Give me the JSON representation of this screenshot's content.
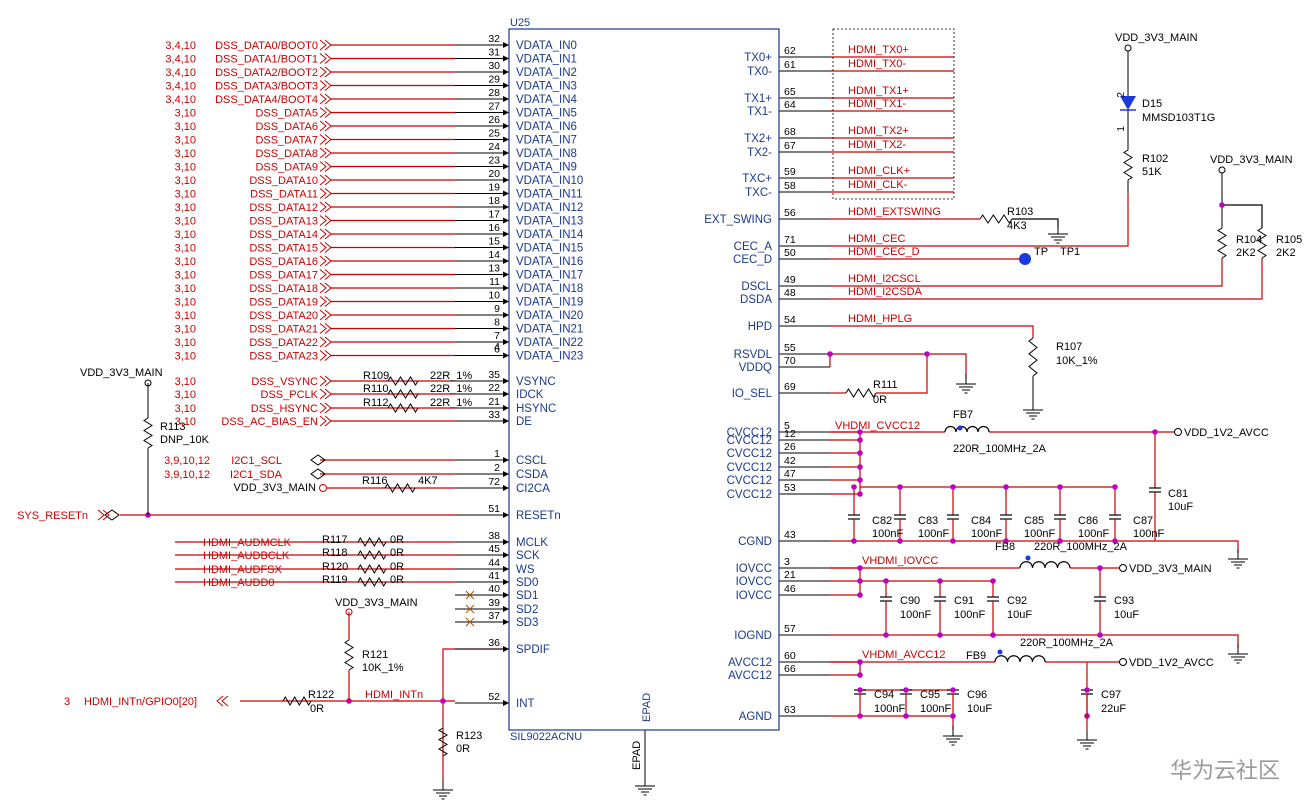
{
  "chip": {
    "ref": "U25",
    "part": "SIL9022ACNU",
    "epad_label": "EPAD",
    "epad_net": "EPAD",
    "left_pins": [
      {
        "num": "32",
        "name": "VDATA_IN0"
      },
      {
        "num": "31",
        "name": "VDATA_IN1"
      },
      {
        "num": "30",
        "name": "VDATA_IN2"
      },
      {
        "num": "29",
        "name": "VDATA_IN3"
      },
      {
        "num": "28",
        "name": "VDATA_IN4"
      },
      {
        "num": "27",
        "name": "VDATA_IN5"
      },
      {
        "num": "26",
        "name": "VDATA_IN6"
      },
      {
        "num": "25",
        "name": "VDATA_IN7"
      },
      {
        "num": "24",
        "name": "VDATA_IN8"
      },
      {
        "num": "23",
        "name": "VDATA_IN9"
      },
      {
        "num": "20",
        "name": "VDATA_IN10"
      },
      {
        "num": "19",
        "name": "VDATA_IN11"
      },
      {
        "num": "18",
        "name": "VDATA_IN12"
      },
      {
        "num": "17",
        "name": "VDATA_IN13"
      },
      {
        "num": "16",
        "name": "VDATA_IN14"
      },
      {
        "num": "15",
        "name": "VDATA_IN15"
      },
      {
        "num": "14",
        "name": "VDATA_IN16"
      },
      {
        "num": "13",
        "name": "VDATA_IN17"
      },
      {
        "num": "11",
        "name": "VDATA_IN18"
      },
      {
        "num": "10",
        "name": "VDATA_IN19"
      },
      {
        "num": "9",
        "name": "VDATA_IN20"
      },
      {
        "num": "8",
        "name": "VDATA_IN21"
      },
      {
        "num": "7",
        "name": "VDATA_IN22"
      },
      {
        "num": "6",
        "name": "VDATA_IN23"
      },
      {
        "num": "35",
        "name": "VSYNC"
      },
      {
        "num": "22",
        "name": "IDCK"
      },
      {
        "num": "21",
        "name": "HSYNC"
      },
      {
        "num": "33",
        "name": "DE"
      },
      {
        "num": "1",
        "name": "CSCL"
      },
      {
        "num": "2",
        "name": "CSDA"
      },
      {
        "num": "72",
        "name": "CI2CA"
      },
      {
        "num": "51",
        "name": "RESETn"
      },
      {
        "num": "38",
        "name": "MCLK"
      },
      {
        "num": "45",
        "name": "SCK"
      },
      {
        "num": "44",
        "name": "WS"
      },
      {
        "num": "41",
        "name": "SD0"
      },
      {
        "num": "40",
        "name": "SD1"
      },
      {
        "num": "39",
        "name": "SD2"
      },
      {
        "num": "37",
        "name": "SD3"
      },
      {
        "num": "36",
        "name": "SPDIF"
      },
      {
        "num": "52",
        "name": "INT"
      }
    ],
    "extra_left_num": "4",
    "right_pins": [
      {
        "num": "62",
        "name": "TX0+"
      },
      {
        "num": "61",
        "name": "TX0-"
      },
      {
        "num": "65",
        "name": "TX1+"
      },
      {
        "num": "64",
        "name": "TX1-"
      },
      {
        "num": "68",
        "name": "TX2+"
      },
      {
        "num": "67",
        "name": "TX2-"
      },
      {
        "num": "59",
        "name": "TXC+"
      },
      {
        "num": "58",
        "name": "TXC-"
      },
      {
        "num": "56",
        "name": "EXT_SWING"
      },
      {
        "num": "71",
        "name": "CEC_A"
      },
      {
        "num": "50",
        "name": "CEC_D"
      },
      {
        "num": "49",
        "name": "DSCL"
      },
      {
        "num": "48",
        "name": "DSDA"
      },
      {
        "num": "54",
        "name": "HPD"
      },
      {
        "num": "55",
        "name": "RSVDL"
      },
      {
        "num": "70",
        "name": "VDDQ"
      },
      {
        "num": "69",
        "name": "IO_SEL"
      },
      {
        "num": "5",
        "name": "CVCC12"
      },
      {
        "num": "12",
        "name": "CVCC12"
      },
      {
        "num": "26",
        "name": "CVCC12"
      },
      {
        "num": "42",
        "name": "CVCC12"
      },
      {
        "num": "47",
        "name": "CVCC12"
      },
      {
        "num": "53",
        "name": "CVCC12"
      },
      {
        "num": "43",
        "name": "CGND"
      },
      {
        "num": "3",
        "name": "IOVCC"
      },
      {
        "num": "21",
        "name": "IOVCC"
      },
      {
        "num": "46",
        "name": "IOVCC"
      },
      {
        "num": "57",
        "name": "IOGND"
      },
      {
        "num": "60",
        "name": "AVCC12"
      },
      {
        "num": "66",
        "name": "AVCC12"
      },
      {
        "num": "63",
        "name": "AGND"
      }
    ]
  },
  "dss": {
    "refs": [
      "3,4,10",
      "3,4,10",
      "3,4,10",
      "3,4,10",
      "3,4,10",
      "3,10",
      "3,10",
      "3,10",
      "3,10",
      "3,10",
      "3,10",
      "3,10",
      "3,10",
      "3,10",
      "3,10",
      "3,10",
      "3,10",
      "3,10",
      "3,10",
      "3,10",
      "3,10",
      "3,10",
      "3,10",
      "3,10"
    ],
    "nets": [
      "DSS_DATA0/BOOT0",
      "DSS_DATA1/BOOT1",
      "DSS_DATA2/BOOT2",
      "DSS_DATA3/BOOT3",
      "DSS_DATA4/BOOT4",
      "DSS_DATA5",
      "DSS_DATA6",
      "DSS_DATA7",
      "DSS_DATA8",
      "DSS_DATA9",
      "DSS_DATA10",
      "DSS_DATA11",
      "DSS_DATA12",
      "DSS_DATA13",
      "DSS_DATA14",
      "DSS_DATA15",
      "DSS_DATA16",
      "DSS_DATA17",
      "DSS_DATA18",
      "DSS_DATA19",
      "DSS_DATA20",
      "DSS_DATA21",
      "DSS_DATA22",
      "DSS_DATA23"
    ]
  },
  "sync": {
    "refs": [
      "3,10",
      "3,10",
      "3,10",
      "3,10"
    ],
    "nets": [
      "DSS_VSYNC",
      "DSS_PCLK",
      "DSS_HSYNC",
      "DSS_AC_BIAS_EN"
    ],
    "resistors": [
      {
        "ref": "R109",
        "val": "22R_1%"
      },
      {
        "ref": "R110",
        "val": "22R_1%"
      },
      {
        "ref": "R112",
        "val": "22R_1%"
      }
    ]
  },
  "i2c": {
    "refs": [
      "3,9,10,12",
      "3,9,10,12"
    ],
    "nets": [
      "I2C1_SCL",
      "I2C1_SDA"
    ],
    "ci2ca_pwr": "VDD_3V3_MAIN",
    "r116_ref": "R116",
    "r116_val": "4K7"
  },
  "reset": {
    "net": "SYS_RESETn",
    "pwr": "VDD_3V3_MAIN",
    "r113_ref": "R113",
    "r113_val": "DNP_10K"
  },
  "audio": {
    "nets": [
      "HDMI_AUDMCLK",
      "HDMI_AUDBCLK",
      "HDMI_AUDFSX",
      "HDMI_AUDD0"
    ],
    "refs": [
      "R117",
      "R118",
      "R120",
      "R119"
    ],
    "vals": [
      "0R",
      "0R",
      "0R",
      "0R"
    ]
  },
  "int": {
    "pwr": "VDD_3V3_MAIN",
    "r121_ref": "R121",
    "r121_val": "10K_1%",
    "r122_ref": "R122",
    "r122_val": "0R",
    "r123_ref": "R123",
    "r123_val": "0R",
    "page_ref": "3",
    "out_net": "HDMI_INTn/GPIO0[20]",
    "net": "HDMI_INTn"
  },
  "hdmi_nets": [
    "HDMI_TX0+",
    "HDMI_TX0-",
    "HDMI_TX1+",
    "HDMI_TX1-",
    "HDMI_TX2+",
    "HDMI_TX2-",
    "HDMI_CLK+",
    "HDMI_CLK-"
  ],
  "right_nets": {
    "extswing": "HDMI_EXTSWING",
    "r103_ref": "R103",
    "r103_val": "4K3",
    "cec": "HDMI_CEC",
    "cec_d": "HDMI_CEC_D",
    "tp_label": "TP",
    "tp_ref": "TP1",
    "i2cscl": "HDMI_I2CSCL",
    "i2csda": "HDMI_I2CSDA",
    "hplg": "HDMI_HPLG",
    "r107_ref": "R107",
    "r107_val": "10K_1%",
    "r111_ref": "R111",
    "r111_val": "0R"
  },
  "diode": {
    "pwr": "VDD_3V3_MAIN",
    "ref": "D15",
    "part": "MMSD103T1G",
    "pin_top": "2",
    "pin_bot": "1",
    "r102_ref": "R102",
    "r102_val": "51K"
  },
  "pullups": {
    "pwr": "VDD_3V3_MAIN",
    "r104_ref": "R104",
    "r104_val": "2K2",
    "r105_ref": "R105",
    "r105_val": "2K2"
  },
  "cvcc": {
    "net": "VHDMI_CVCC12",
    "fb_ref": "FB7",
    "fb_val": "220R_100MHz_2A",
    "pwr": "VDD_1V2_AVCC",
    "caps": [
      {
        "ref": "C82",
        "val": "100nF"
      },
      {
        "ref": "C83",
        "val": "100nF"
      },
      {
        "ref": "C84",
        "val": "100nF"
      },
      {
        "ref": "C85",
        "val": "100nF"
      },
      {
        "ref": "C86",
        "val": "100nF"
      },
      {
        "ref": "C87",
        "val": "100nF"
      }
    ],
    "c81_ref": "C81",
    "c81_val": "10uF"
  },
  "iovcc": {
    "net": "VHDMI_IOVCC",
    "fb_ref": "FB8",
    "fb_val": "220R_100MHz_2A",
    "pwr": "VDD_3V3_MAIN",
    "caps": [
      {
        "ref": "C90",
        "val": "100nF"
      },
      {
        "ref": "C91",
        "val": "100nF"
      },
      {
        "ref": "C92",
        "val": "10uF"
      },
      {
        "ref": "C93",
        "val": "10uF"
      }
    ]
  },
  "avcc": {
    "net": "VHDMI_AVCC12",
    "fb_ref": "FB9",
    "fb_val": "220R_100MHz_2A",
    "pwr": "VDD_1V2_AVCC",
    "caps": [
      {
        "ref": "C94",
        "val": "100nF"
      },
      {
        "ref": "C95",
        "val": "100nF"
      },
      {
        "ref": "C96",
        "val": "10uF"
      },
      {
        "ref": "C97",
        "val": "22uF"
      }
    ]
  },
  "watermark": "华为云社区",
  "colors": {
    "red": "#cc0000",
    "blue": "#1a3a8c",
    "pin": "#000000"
  }
}
